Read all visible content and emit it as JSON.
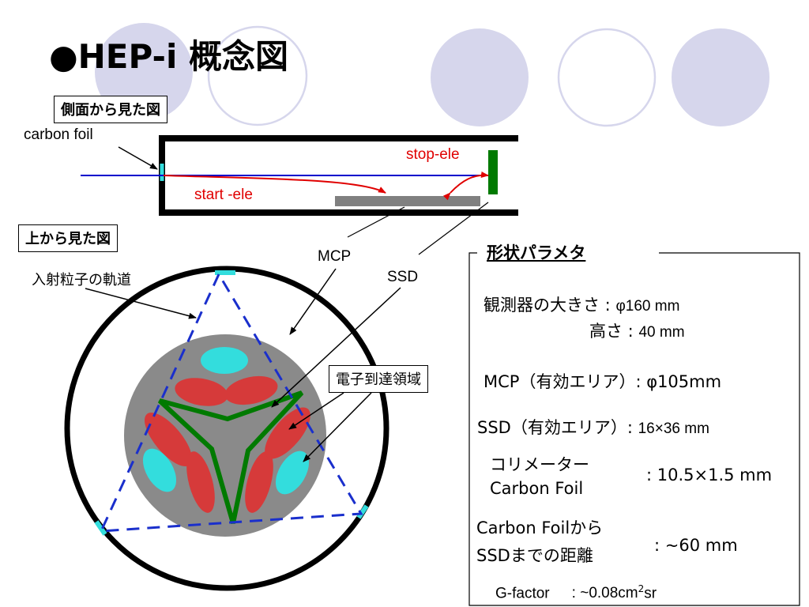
{
  "title": "●HEP-i 概念図",
  "side_view": {
    "label": "側面から見た図",
    "carbon_foil": "carbon foil",
    "stop_ele": "stop-ele",
    "start_ele": "start -ele"
  },
  "top_view": {
    "label": "上から見た図",
    "trajectory": "入射粒子の軌道",
    "mcp": "MCP",
    "ssd": "SSD",
    "electron_region": "電子到達領域"
  },
  "params": {
    "title": "形状パラメタ",
    "size_label": "観測器の大きさ :",
    "size_value": "φ160 mm",
    "height_label": "高さ :",
    "height_value": "40 mm",
    "mcp_label": "MCP（有効エリア）:",
    "mcp_value": "φ105mm",
    "ssd_label": "SSD（有効エリア）:",
    "ssd_value": "16×36 mm",
    "collimator_label_1": "コリメーター",
    "collimator_label_2": "Carbon Foil",
    "collimator_value": ": 10.5×1.5 mm",
    "distance_label_1": "Carbon Foilから",
    "distance_label_2": "SSDまでの距離",
    "distance_value": ": ~60 mm",
    "gfactor_label": "G-factor",
    "gfactor_value_prefix": ": ~0.08cm",
    "gfactor_value_sup": "2",
    "gfactor_value_suffix": "sr"
  },
  "colors": {
    "deco_circle": "#d6d6ec",
    "beam": "#0000cc",
    "electron_path": "#e00000",
    "ssd_green": "#007a00",
    "mcp_gray": "#808080",
    "region_red": "#d63a3a",
    "region_cyan": "#33dddd",
    "dashed_blue": "#1a2fcc"
  }
}
